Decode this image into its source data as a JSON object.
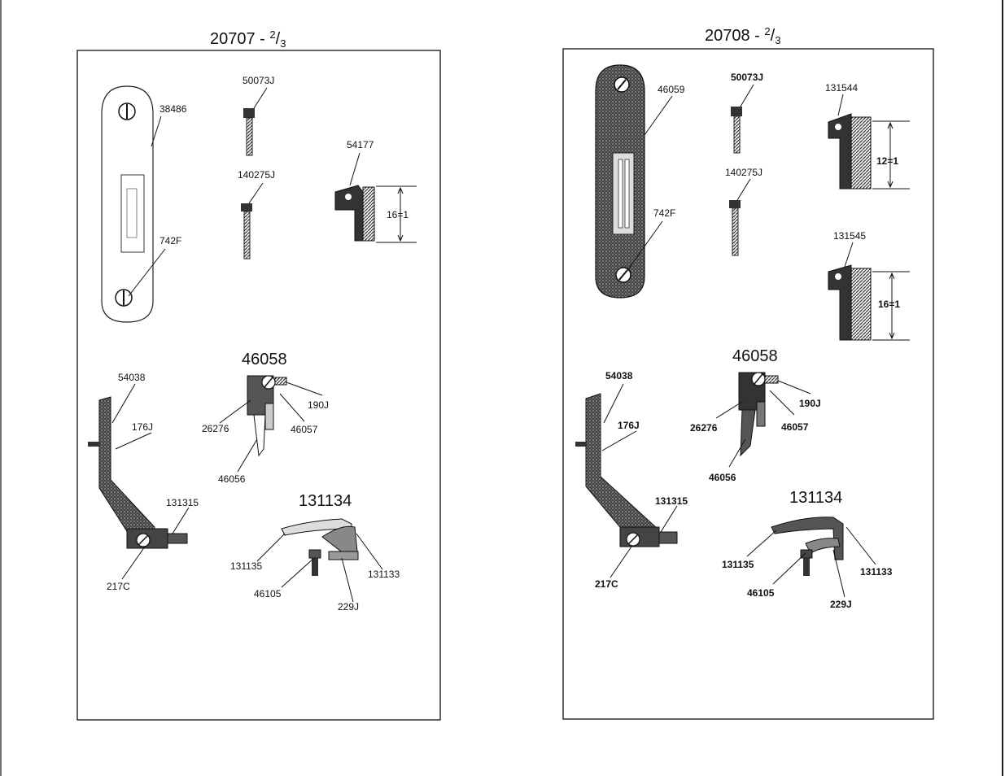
{
  "left_page": {
    "title_prefix": "20707 - ",
    "title_frac_num": "2",
    "title_frac_den": "3",
    "labels": {
      "plate": "38486",
      "plate_screw": "742F",
      "screw_a": "50073J",
      "screw_b": "140275J",
      "feed_dog": "54177",
      "feed_dim": "16=1",
      "group_title": "46058",
      "bar": "54038",
      "bar_screw": "176J",
      "guard": "26276",
      "guard_screw": "190J",
      "guard_holder": "46057",
      "guard_blade": "46056",
      "bar_foot": "131315",
      "foot_screw": "217C",
      "spring_group": "131134",
      "spring_lever": "131135",
      "spring_body": "131133",
      "spring_post": "46105",
      "spring_screw": "229J"
    }
  },
  "right_page": {
    "title_prefix": "20708 - ",
    "title_frac_num": "2",
    "title_frac_den": "3",
    "labels": {
      "plate": "46059",
      "plate_screw": "742F",
      "screw_a": "50073J",
      "screw_b": "140275J",
      "feed_dog_a": "131544",
      "feed_dim_a": "12=1",
      "feed_dog_b": "131545",
      "feed_dim_b": "16=1",
      "group_title": "46058",
      "bar": "54038",
      "bar_screw": "176J",
      "guard": "26276",
      "guard_screw": "190J",
      "guard_holder": "46057",
      "guard_blade": "46056",
      "bar_foot": "131315",
      "foot_screw": "217C",
      "spring_group": "131134",
      "spring_lever": "131135",
      "spring_body": "131133",
      "spring_post": "46105",
      "spring_screw": "229J"
    }
  }
}
